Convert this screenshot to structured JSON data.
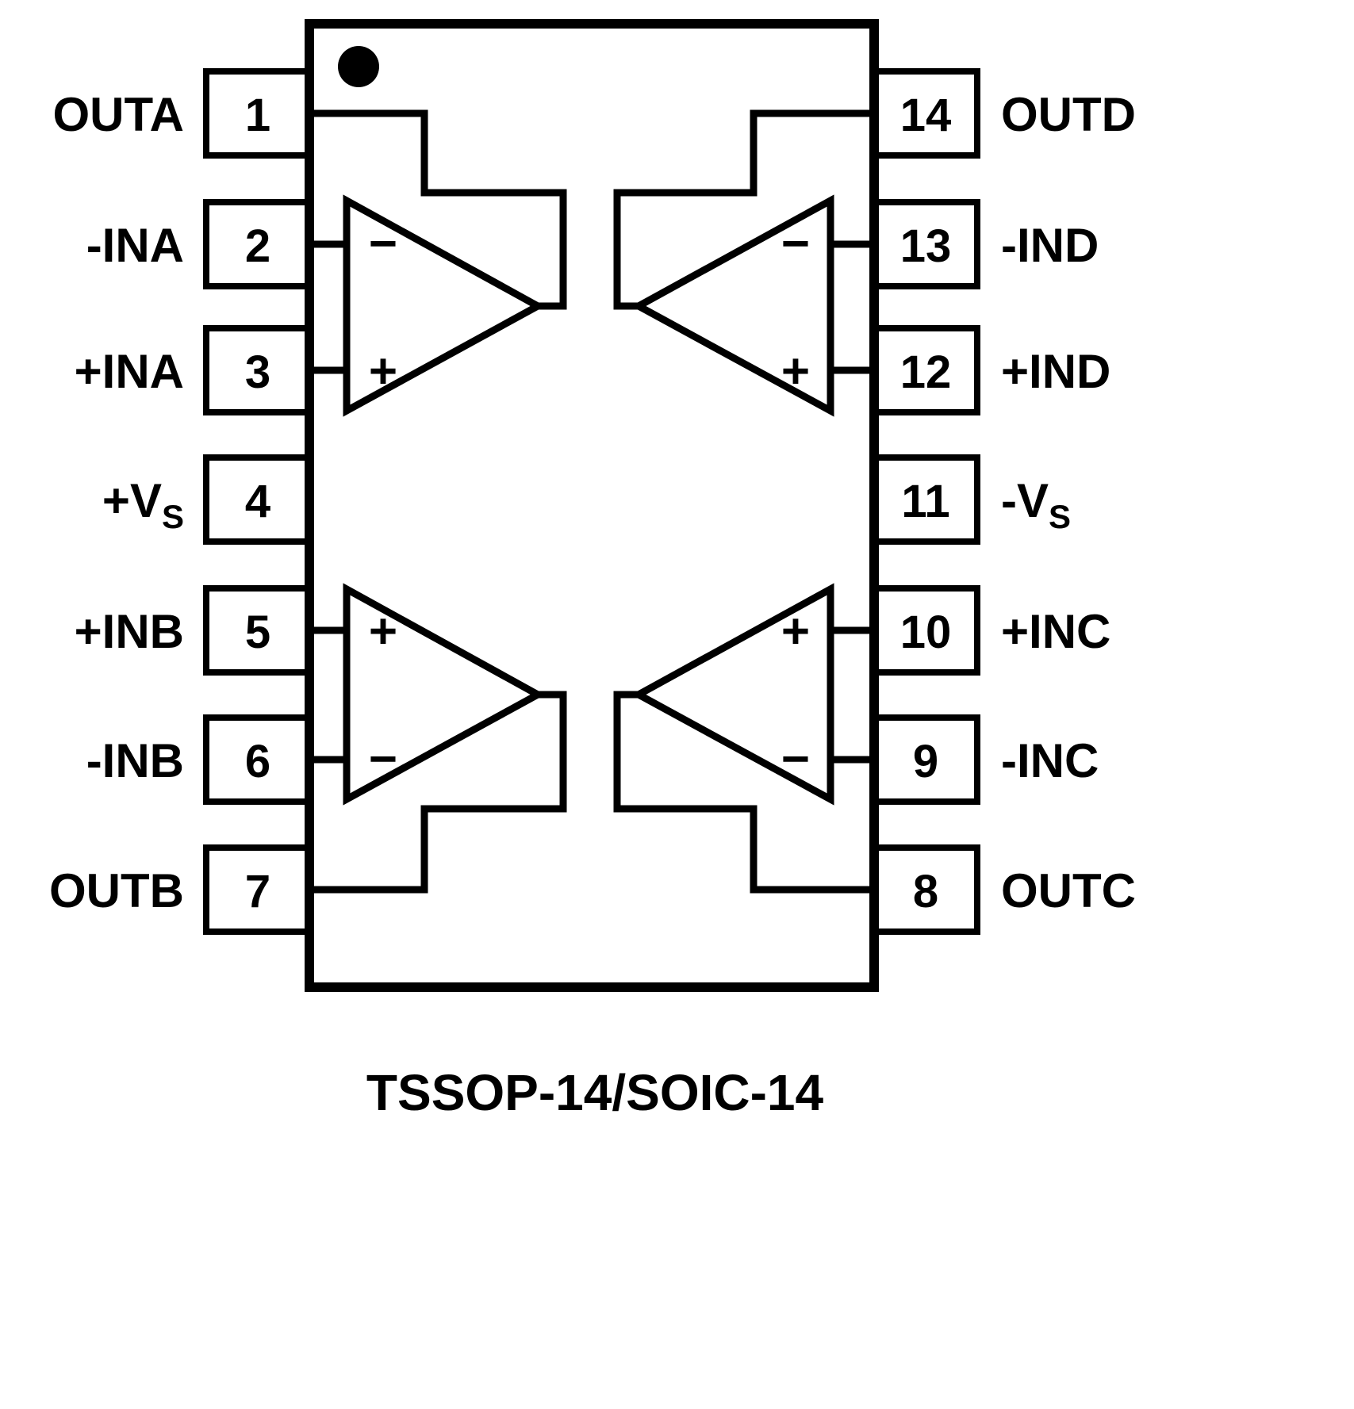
{
  "diagram": {
    "caption": "TSSOP-14/SOIC-14",
    "pins": {
      "left": [
        {
          "number": "1",
          "label": "OUTA",
          "sub": ""
        },
        {
          "number": "2",
          "label": "-INA",
          "sub": ""
        },
        {
          "number": "3",
          "label": "+INA",
          "sub": ""
        },
        {
          "number": "4",
          "label": "+V",
          "sub": "S"
        },
        {
          "number": "5",
          "label": "+INB",
          "sub": ""
        },
        {
          "number": "6",
          "label": "-INB",
          "sub": ""
        },
        {
          "number": "7",
          "label": "OUTB",
          "sub": ""
        }
      ],
      "right": [
        {
          "number": "14",
          "label": "OUTD",
          "sub": ""
        },
        {
          "number": "13",
          "label": "-IND",
          "sub": ""
        },
        {
          "number": "12",
          "label": "+IND",
          "sub": ""
        },
        {
          "number": "11",
          "label": "-V",
          "sub": "S"
        },
        {
          "number": "10",
          "label": "+INC",
          "sub": ""
        },
        {
          "number": "9",
          "label": "-INC",
          "sub": ""
        },
        {
          "number": "8",
          "label": "OUTC",
          "sub": ""
        }
      ]
    },
    "opamp_signs": {
      "minus": "−",
      "plus": "+"
    },
    "colors": {
      "line": "#000000",
      "background": "#ffffff"
    }
  }
}
